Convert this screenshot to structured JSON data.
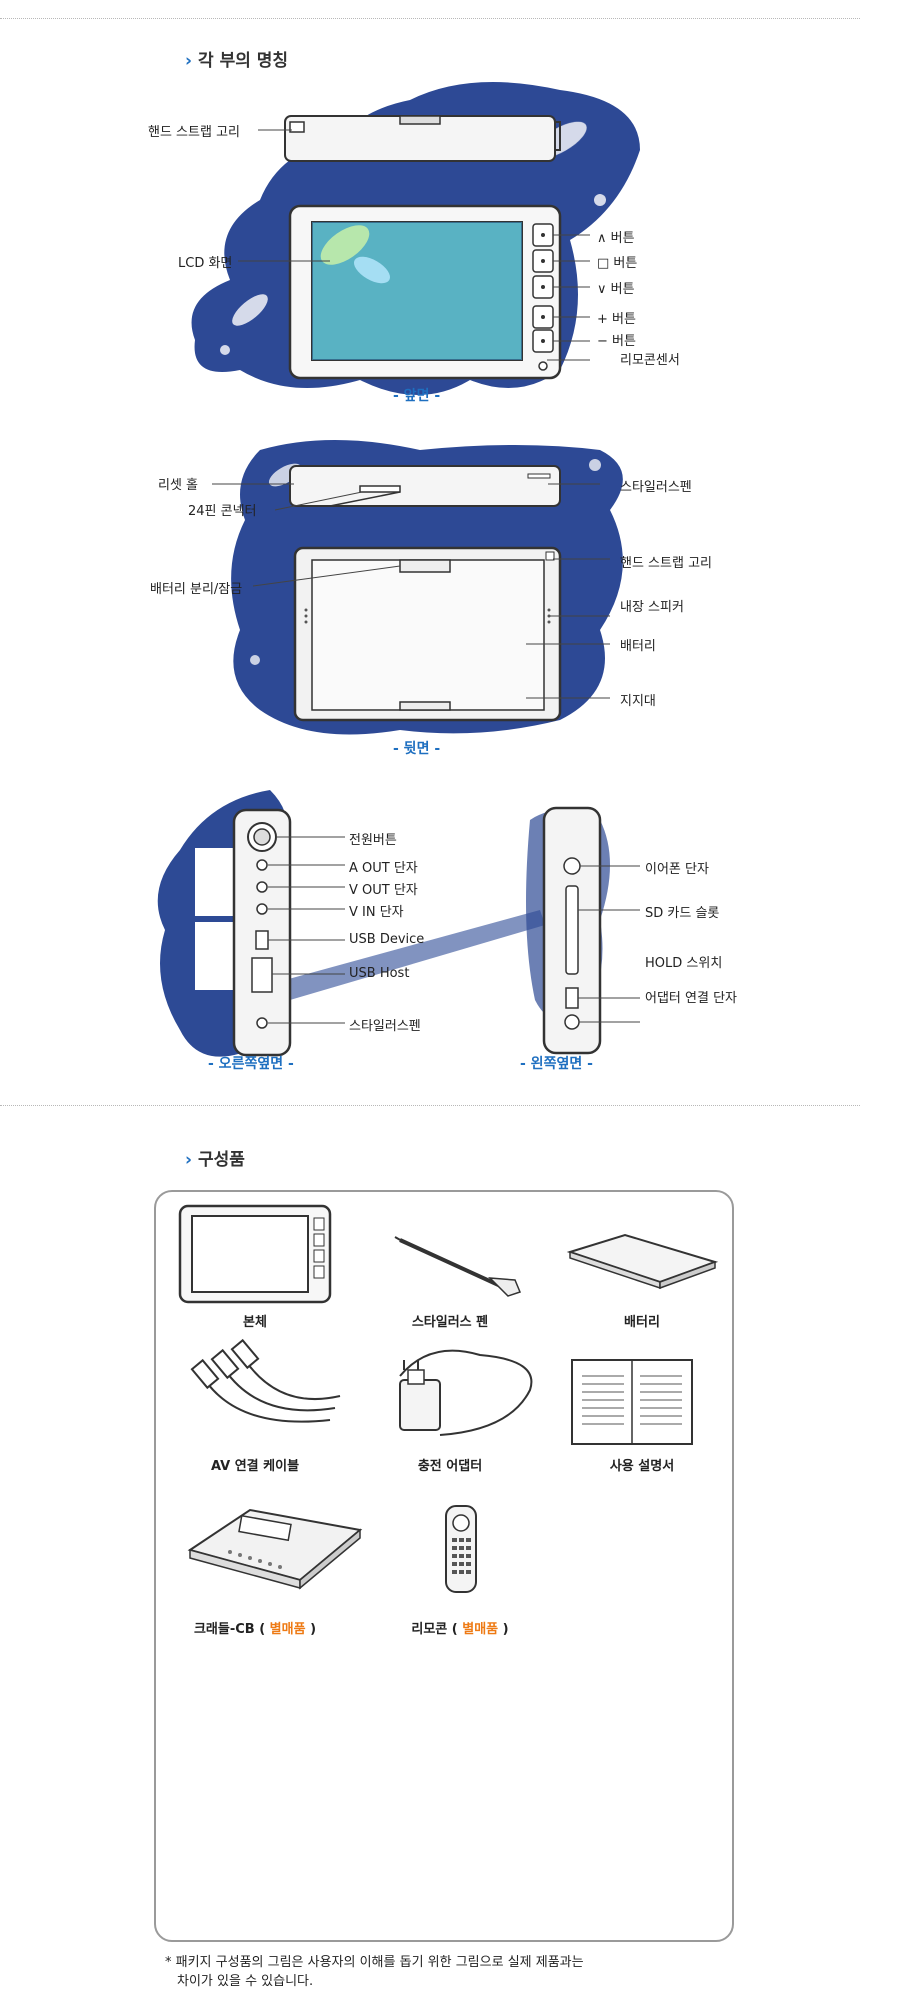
{
  "section1": {
    "title": "각 부의 명칭"
  },
  "front": {
    "caption": "- 앞면 -",
    "labels": {
      "strap": "핸드 스트랩 고리",
      "lcd": "LCD 화면",
      "btn_up": "∧ 버튼",
      "btn_square": "□ 버튼",
      "btn_down": "∨ 버튼",
      "btn_plus": "+ 버튼",
      "btn_minus": "− 버튼",
      "remote_sensor": "리모콘센서"
    }
  },
  "back": {
    "caption": "- 뒷면 -",
    "labels": {
      "reset": "리셋 홀",
      "connector": "24핀 콘넥터",
      "stylus": "스타일러스펜",
      "battery_release": "배터리 분리/잠금",
      "strap": "핸드 스트랩 고리",
      "speaker": "내장 스피커",
      "battery": "배터리",
      "stand": "지지대"
    }
  },
  "right_side": {
    "caption": "- 오른쪽옆면 -",
    "labels": {
      "power": "전원버튼",
      "a_out": "A OUT 단자",
      "v_out": "V OUT 단자",
      "v_in": "V IN 단자",
      "usb_device": "USB Device",
      "usb_host": "USB Host",
      "stylus": "스타일러스펜"
    }
  },
  "left_side": {
    "caption": "- 왼쪽옆면 -",
    "labels": {
      "earphone": "이어폰 단자",
      "sd_slot": "SD 카드 슬롯",
      "hold": "HOLD 스위치",
      "adapter": "어댑터 연결 단자"
    }
  },
  "section2": {
    "title": "구성품"
  },
  "components": {
    "main_unit": "본체",
    "stylus_pen": "스타일러스 펜",
    "battery": "배터리",
    "av_cable": "AV 연결 케이블",
    "charger": "충전 어댑터",
    "manual": "사용 설명서",
    "cradle_prefix": "크래들-CB ( ",
    "cradle_tag": "별매품",
    "cradle_suffix": " )",
    "remote_prefix": "리모콘 ( ",
    "remote_tag": "별매품",
    "remote_suffix": " )"
  },
  "footnote": {
    "line1": "* 패키지 구성품의 그림은 사용자의 이해를 돕기 위한 그림으로 실제 제품과는",
    "line2": "차이가 있을 수 있습니다."
  },
  "colors": {
    "accent": "#1e6fc0",
    "orange": "#ee7a14",
    "splash": "#1b3a8c"
  }
}
